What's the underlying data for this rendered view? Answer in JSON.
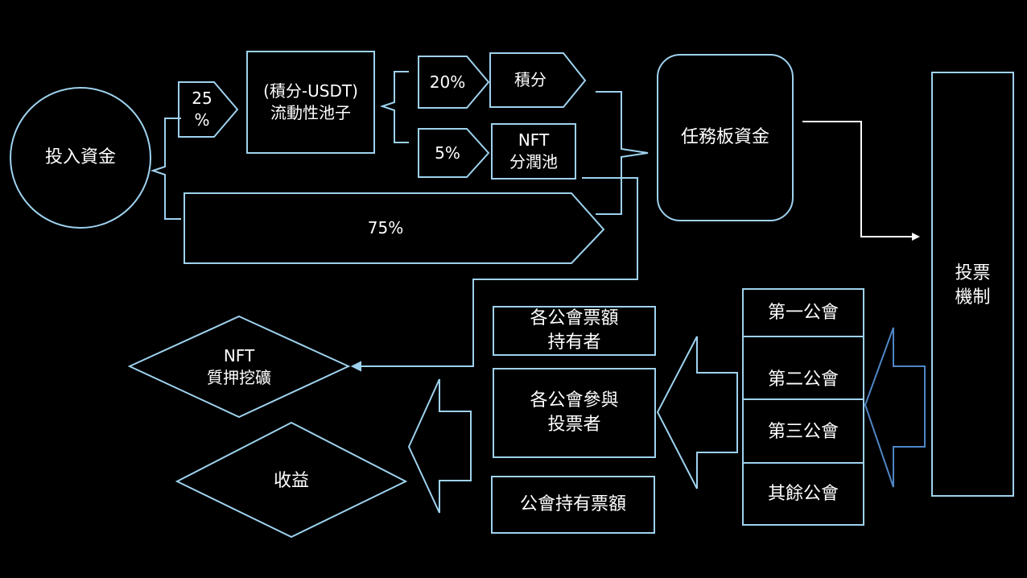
{
  "colors": {
    "background": "#000000",
    "stroke": "#9ed2ee",
    "arrow_blue": "#4f86c6",
    "line_white": "#ffffff",
    "text": "#ffffff"
  },
  "nodes": {
    "invest": "投入資金",
    "pct25": "25\n%",
    "lp_pool": "(積分-USDT)\n流動性池子",
    "pct20": "20%",
    "points": "積分",
    "pct5": "5%",
    "nft_pool": "NFT\n分潤池",
    "pct75": "75%",
    "task_fund": "任務板資金",
    "vote_mech": "投票\n機制",
    "guild1": "第一公會",
    "guild2": "第二公會",
    "guild3": "第三公會",
    "guild_rest": "其餘公會",
    "ticket_holders": "各公會票額\n持有者",
    "voters": "各公會參與\n投票者",
    "guild_tickets": "公會持有票額",
    "nft_staking": "NFT\n質押挖礦",
    "profit": "收益"
  }
}
